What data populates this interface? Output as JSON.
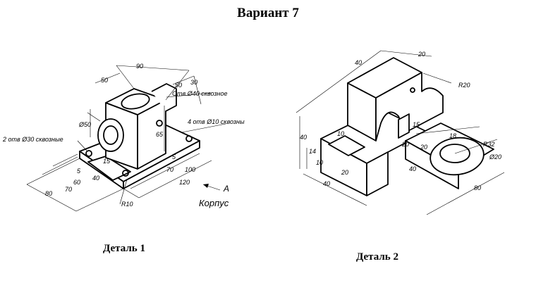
{
  "title": "Вариант 7",
  "detail1": {
    "caption": "Деталь 1",
    "name": "Корпус",
    "view_letter": "A",
    "notes": {
      "bore": "Отв.Ø40 сквозное",
      "holes4": "4 отв Ø10 сквозны",
      "holes2": "2 отв Ø30 сквозные"
    },
    "dims": [
      "90",
      "50",
      "30",
      "50",
      "Ø50",
      "65",
      "5",
      "70",
      "100",
      "120",
      "80",
      "70",
      "60",
      "5",
      "40",
      "15",
      "R10"
    ]
  },
  "detail2": {
    "caption": "Деталь 2",
    "dims": [
      "40",
      "20",
      "R20",
      "40",
      "10",
      "14",
      "10",
      "20",
      "40",
      "20",
      "15",
      "18",
      "20",
      "R32",
      "Ø20",
      "40",
      "80"
    ]
  }
}
